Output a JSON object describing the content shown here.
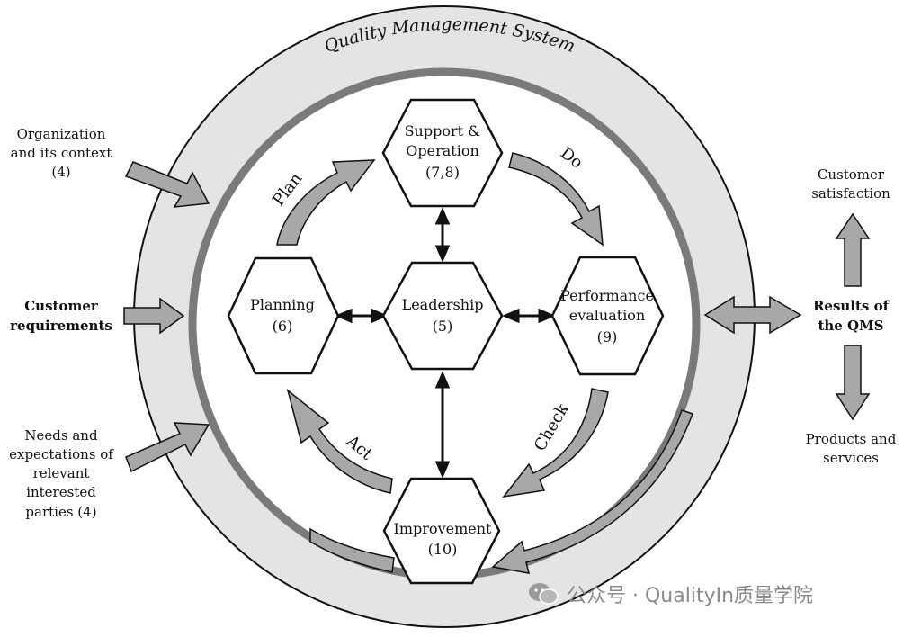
{
  "diagram": {
    "ring_title": "Quality Management System",
    "cycle_labels": {
      "plan": "Plan",
      "do": "Do",
      "check": "Check",
      "act": "Act"
    },
    "nodes": {
      "support": [
        "Support &",
        "Operation",
        "(7,8)"
      ],
      "planning": [
        "Planning",
        "(6)"
      ],
      "leadership": [
        "Leadership",
        "(5)"
      ],
      "performance": [
        "Performance",
        "evaluation",
        "(9)"
      ],
      "improvement": [
        "Improvement",
        "(10)"
      ]
    },
    "inputs": {
      "context": [
        "Organization",
        "and its context",
        "(4)"
      ],
      "customer_requirements": [
        "Customer",
        "requirements"
      ],
      "interested_parties": [
        "Needs and",
        "expectations of",
        "relevant",
        "interested",
        "parties (4)"
      ]
    },
    "outputs": {
      "results": [
        "Results of",
        "the QMS"
      ],
      "satisfaction": [
        "Customer",
        "satisfaction"
      ],
      "products": [
        "Products and",
        "services"
      ]
    },
    "colors": {
      "outer_fill": "#e4e4e4",
      "ring_stroke": "#7a7a7a",
      "arrow_fill": "#a8a8a8",
      "stroke": "#111111"
    }
  },
  "watermark": {
    "text": "公众号 · QualityIn质量学院",
    "icon": "wechat-icon"
  }
}
